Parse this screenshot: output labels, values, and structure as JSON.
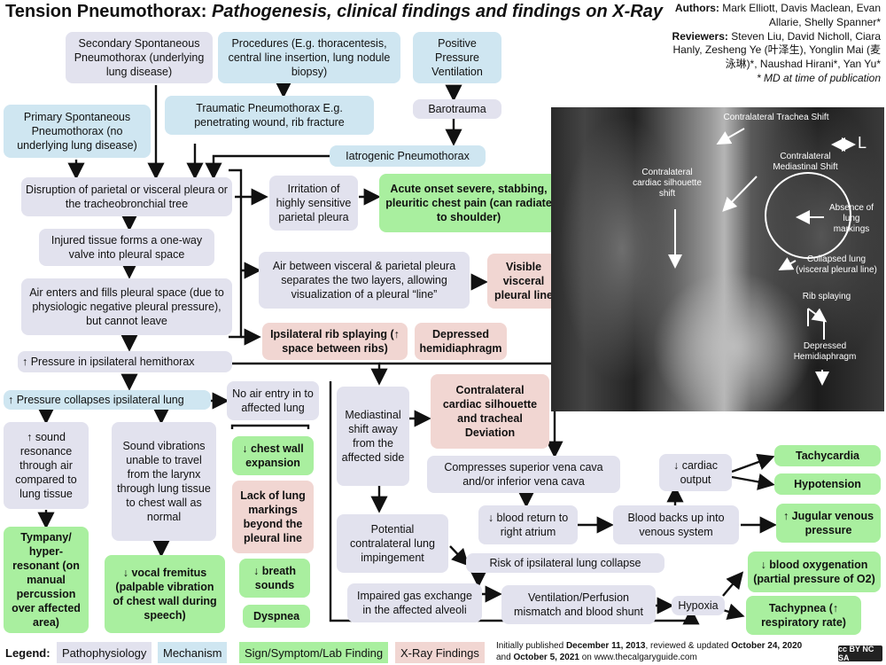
{
  "title": {
    "main": "Tension Pneumothorax: ",
    "italic": "Pathogenesis, clinical findings and findings on X-Ray"
  },
  "authors": {
    "authors_label": "Authors:",
    "authors_text": "Mark Elliott, Davis Maclean, Evan Allarie, Shelly Spanner*",
    "reviewers_label": "Reviewers:",
    "reviewers_text": "Steven Liu, David Nicholl, Ciara Hanly, Zesheng Ye (叶泽生), Yonglin Mai (麦泳琳)*, Naushad Hirani*, Yan Yu*",
    "md_note": "* MD at time of publication"
  },
  "nodes": {
    "secondary": "Secondary Spontaneous Pneumothorax (underlying lung disease)",
    "procedures": "Procedures (E.g. thoracentesis, central line insertion, lung nodule biopsy)",
    "ppv": "Positive Pressure Ventilation",
    "barotrauma": "Barotrauma",
    "primary": "Primary Spontaneous Pneumothorax (no underlying lung disease)",
    "traumatic": "Traumatic Pneumothorax E.g. penetrating wound, rib fracture",
    "iatrogenic": "Iatrogenic Pneumothorax",
    "disruption": "Disruption of parietal or  visceral pleura or the tracheobronchial tree",
    "irritation": "Irritation of highly sensitive parietal pleura",
    "acute_pain": "Acute onset severe, stabbing, pleuritic chest pain (can radiate to shoulder)",
    "one_way": "Injured tissue forms a one-way valve into pleural space",
    "air_between": "Air between visceral & parietal pleura separates the two layers, allowing visualization of a pleural “line”",
    "visible_line": "Visible visceral pleural line",
    "air_enters": "Air enters and fills pleural space (due to physiologic negative pleural pressure), but cannot leave",
    "rib_splaying": "Ipsilateral rib splaying (↑ space between ribs)",
    "depressed_hd": "Depressed hemidiaphragm",
    "pressure_hemi": "↑ Pressure in ipsilateral hemithorax",
    "pressure_collapse": "↑ Pressure collapses ipsilateral lung",
    "no_air": "No air entry in to affected lung",
    "mediastinal_shift": "Mediastinal shift away from the affected side",
    "contra_deviation": "Contralateral cardiac silhouette and tracheal Deviation",
    "sound_res": "↑ sound resonance through air compared to lung tissue",
    "sound_vib": "Sound vibrations unable to travel from the larynx through lung tissue to chest wall as normal",
    "chest_wall": "↓ chest wall expansion",
    "compresses_vc": "Compresses superior vena cava and/or inferior vena cava",
    "cardiac_output": "↓ cardiac output",
    "tachycardia": "Tachycardia",
    "hypotension": "Hypotension",
    "lack_markings": "Lack of lung markings beyond the pleural line",
    "blood_return": "↓ blood return to right atrium",
    "blood_backs": "Blood backs up into venous system",
    "jvp": "↑ Jugular venous pressure",
    "tympany": "Tympany/ hyper-resonant (on manual percussion over affected area)",
    "vocal_fremitus": "↓ vocal fremitus (palpable vibration of chest wall during speech)",
    "breath_sounds": "↓ breath sounds",
    "potential": "Potential contralateral lung impingement",
    "risk_collapse": "Risk of ipsilateral lung collapse",
    "blood_oxy": "↓ blood oxygenation (partial pressure of O2)",
    "dyspnea": "Dyspnea",
    "impaired_gas": "Impaired gas exchange in the affected alveoli",
    "vq_mismatch": "Ventilation/Perfusion mismatch and blood shunt",
    "hypoxia": "Hypoxia",
    "tachypnea": "Tachypnea (↑ respiratory rate)"
  },
  "xray_labels": {
    "trachea": "Contralateral Trachea Shift",
    "side": "L",
    "mediastinal": "Contralateral Mediastinal Shift",
    "cardiac": "Contralateral cardiac silhouette shift",
    "absence": "Absence of lung markings",
    "collapsed": "Collapsed lung (visceral pleural line)",
    "rib": "Rib splaying",
    "depressed": "Depressed Hemidiaphragm"
  },
  "legend": {
    "label": "Legend:",
    "items": [
      "Pathophysiology",
      "Mechanism",
      "Sign/Symptom/Lab Finding",
      "X-Ray Findings"
    ],
    "colors": [
      "#e2e2ee",
      "#cfe6f1",
      "#a9ef9f",
      "#f1d6d2"
    ]
  },
  "footer": {
    "line1_a": "Initially published ",
    "line1_b": "December 11, 2013",
    "line1_c": ", reviewed & updated ",
    "line1_d": "October 24, 2020",
    "line2_a": "and ",
    "line2_b": "October 5, 2021",
    "line2_c": " on www.thecalgaryguide.com",
    "cc": "cc BY NC SA"
  }
}
